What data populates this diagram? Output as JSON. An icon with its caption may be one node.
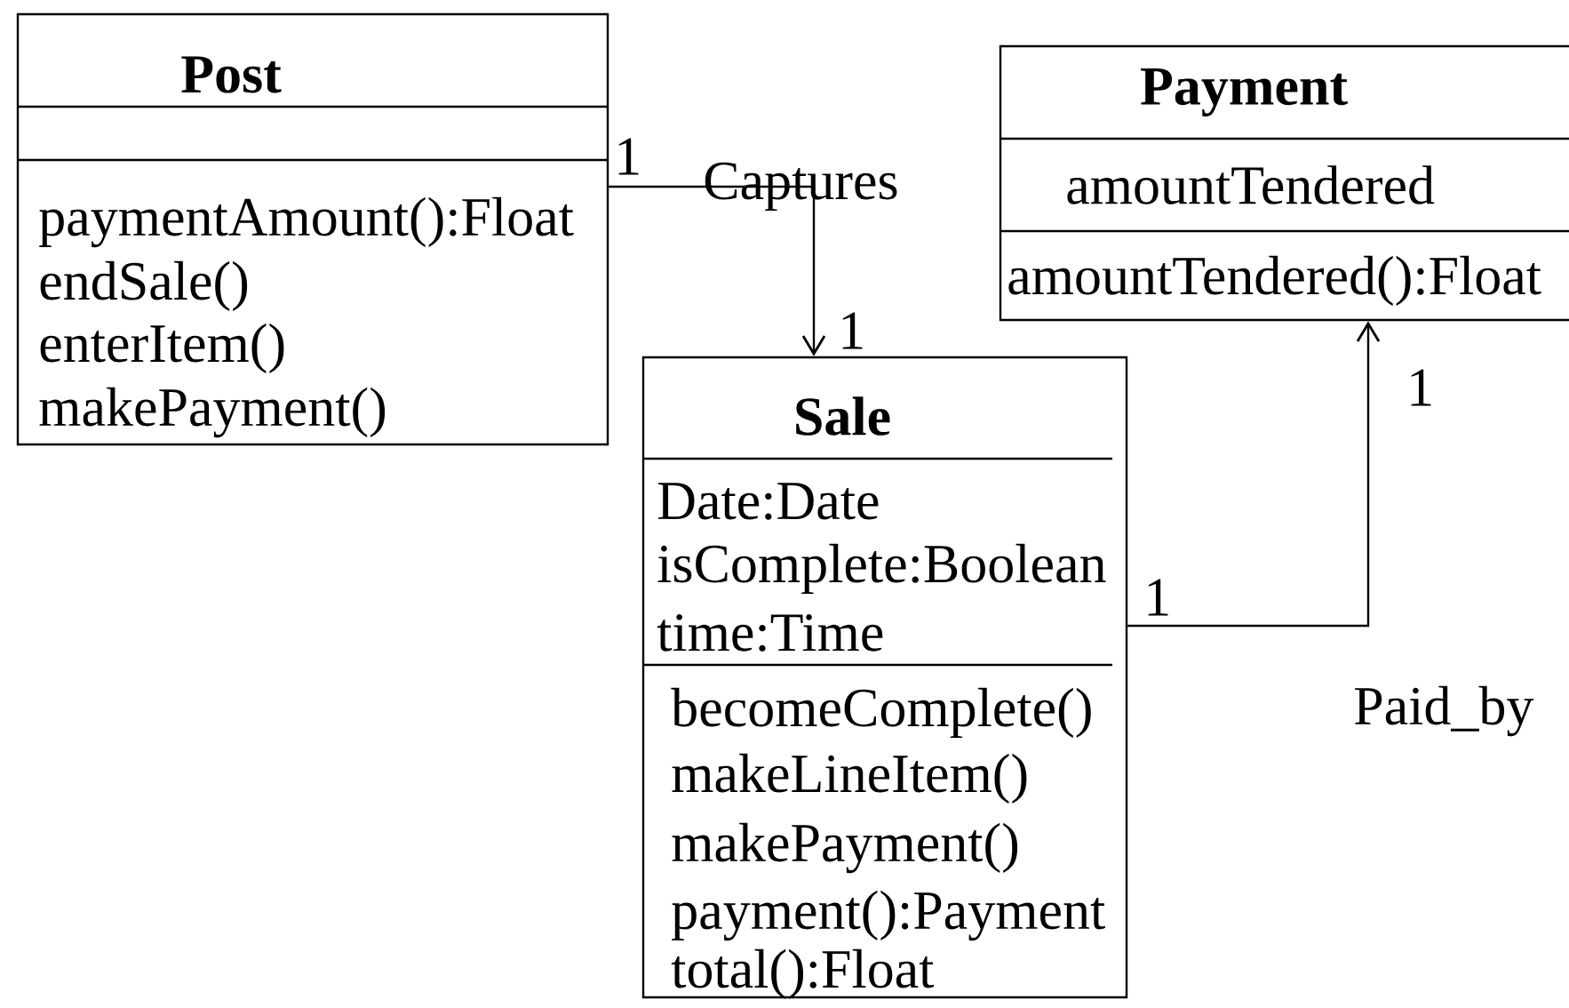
{
  "diagram": {
    "nodes": [
      {
        "text": [
          "Post",
          "paymentAmount():Float",
          "endSale()",
          "enterItem()",
          "makePayment()"
        ]
      },
      {
        "text": [
          "Payment",
          "amountTendered",
          "amountTendered():Float"
        ]
      },
      {
        "text": [
          "Sale",
          "Date:Date",
          "isComplete:Boolean",
          "time:Time",
          "becomeComplete()",
          "makeLineItem()",
          "makePayment()",
          "payment():Payment",
          "total():Float"
        ]
      }
    ],
    "edges": [
      {
        "from": 0,
        "to": 2,
        "arrow": "to",
        "label": "Captures"
      },
      {
        "from": 2,
        "to": 1,
        "arrow": "to",
        "label": "Paid_by"
      }
    ],
    "labels": [
      "1",
      "1",
      "1",
      "1"
    ]
  }
}
